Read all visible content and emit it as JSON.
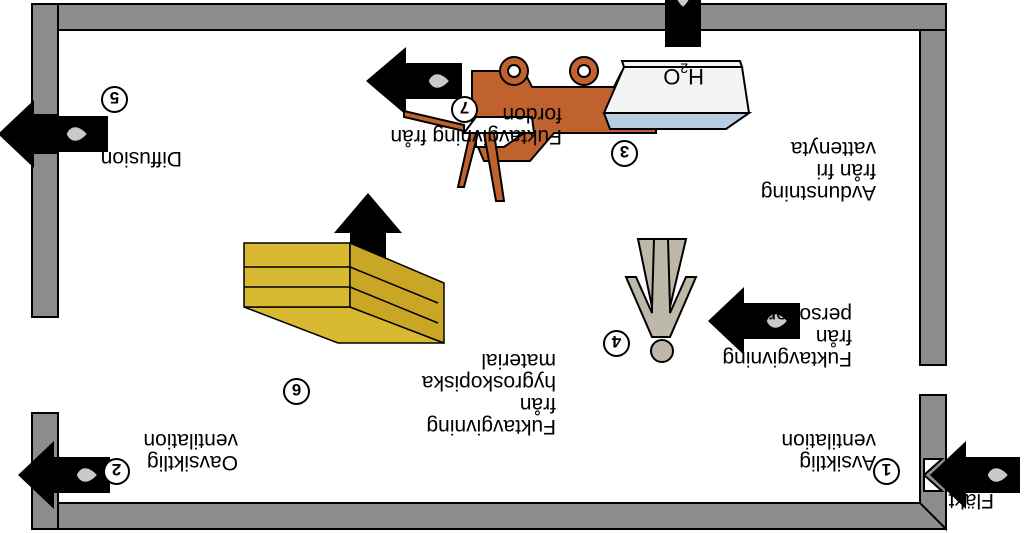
{
  "labels": {
    "fan": "Fläkt",
    "intentional_ventilation": "Avsiktlig\nventilation",
    "unintentional_ventilation": "Oavsiktlig\nventilation",
    "evaporation": "Avdunstning\nfrån fri\nvattenyta",
    "persons": "Fuktavgivning\nfrån\npersoner",
    "diffusion": "Diffusion",
    "hygroscopic": "Fuktavgivning\nfrån\nhygroskopiska\nmaterial",
    "vehicle": "Fuktavgivning från\nfordon",
    "water_formula_base": "H",
    "water_formula_sub": "2",
    "water_formula_end": "O"
  },
  "numbers": {
    "n1": "1",
    "n2": "2",
    "n3": "3",
    "n4": "4",
    "n5": "5",
    "n6": "6",
    "n7": "7"
  },
  "colors": {
    "wall": "#8c8c8c",
    "arrow": "#000000",
    "drop": "#c9c9c9",
    "vehicle": "#c0622d",
    "person": "#bdb8a8",
    "wood": "#d9b832",
    "water": "#b9cde0",
    "trough": "#f4f4f4"
  },
  "icons": [
    "fan-icon",
    "water-drop-icon",
    "vehicle-icon",
    "person-icon",
    "lumber-stack-icon",
    "water-trough-icon"
  ]
}
